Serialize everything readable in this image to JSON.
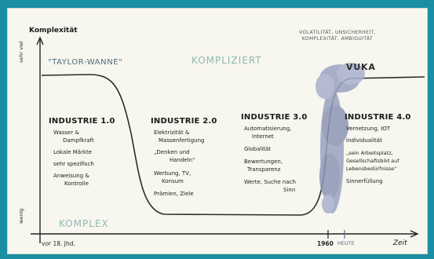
{
  "axes": {
    "y_title": "Komplexität",
    "y_high": "sehr viel",
    "y_low": "wenig",
    "x_title": "Zeit",
    "x_start": "vor 18. Jhd.",
    "x_1960": "1960",
    "x_heute": "HEUTE"
  },
  "regions": {
    "taylor": "\"TAYLOR-WANNE\"",
    "kompliziert": "KOMPLIZIERT",
    "komplex": "KOMPLEX",
    "vuka": "VUKA",
    "vuka_note_line1": "VOLATILITÄT, UNSICHERHEIT,",
    "vuka_note_line2": "KOMPLEXITÄT, AMBIGUITÄT"
  },
  "industries": [
    {
      "title": "INDUSTRIE 1.0",
      "lines": [
        "Wasser &",
        "Dampfkraft",
        "Lokale Märkte",
        "sehr spezifisch",
        "Anweisung &",
        "Kontrolle"
      ]
    },
    {
      "title": "INDUSTRIE 2.0",
      "lines": [
        "Elektrizität &",
        "Massenfertigung",
        "„Denken und",
        "Handeln\"",
        "Werbung, TV,",
        "Konsum",
        "Prämien, Ziele"
      ]
    },
    {
      "title": "INDUSTRIE 3.0",
      "lines": [
        "Automatisierung,",
        "Internet",
        "Globalität",
        "Bewertungen,",
        "Transparenz",
        "Werte, Suche nach",
        "Sinn"
      ]
    },
    {
      "title": "INDUSTRIE 4.0",
      "lines": [
        "Vernetzung, IOT",
        "Individualität",
        "„sein Arbeitsplatz,",
        "Gesellschaftsbild auf",
        "Lebensbedürfnisse\"",
        "Sinnerfüllung"
      ]
    }
  ],
  "colors": {
    "frame": "#1a8fa3",
    "paper": "#f7f6ef",
    "curve": "#2b2b2b",
    "cloud": "#8c95b5",
    "zone_text": "#8fb8b1"
  }
}
